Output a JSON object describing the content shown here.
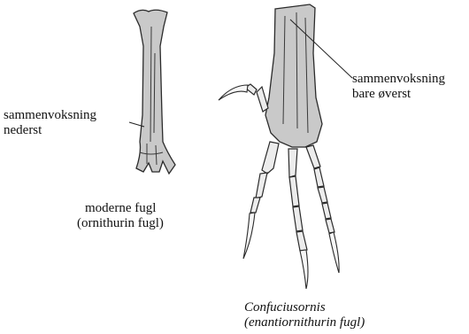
{
  "labels": {
    "fusion_lower_1": "sammenvoksning",
    "fusion_lower_2": "nederst",
    "fusion_upper_1": "sammenvoksning",
    "fusion_upper_2": "bare øverst",
    "modern_1": "moderne fugl",
    "modern_2": "(ornithurin fugl)",
    "conf_1": "Confuciusornis",
    "conf_2": "(enantiornithurin fugl)"
  }
}
